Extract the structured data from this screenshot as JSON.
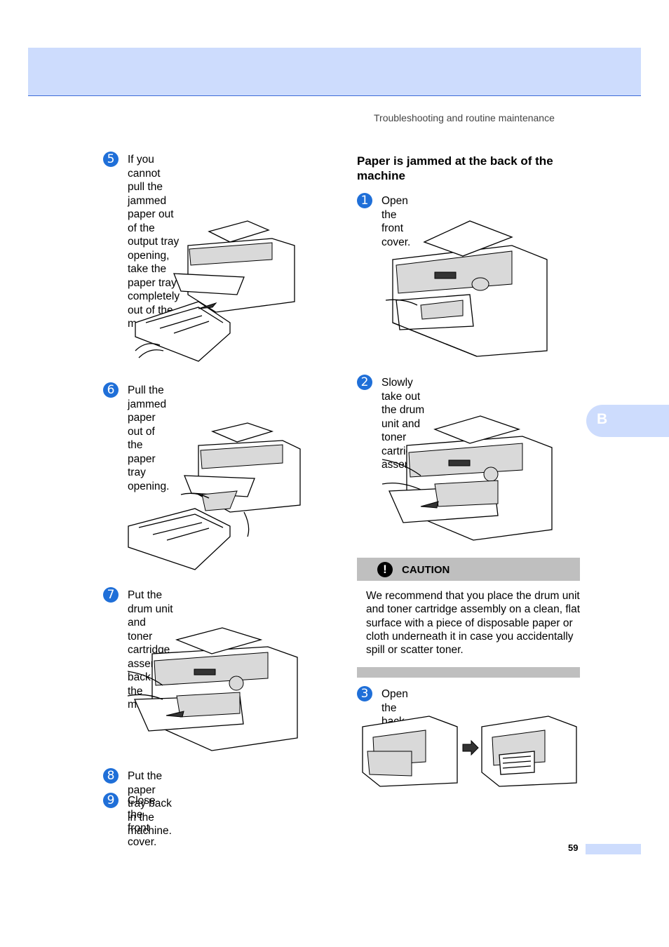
{
  "header": {
    "running_head": "Troubleshooting and routine maintenance"
  },
  "chapter_tab": "B",
  "left_steps": [
    {
      "num": "5",
      "text": "If you cannot pull the jammed paper out\nof the output tray opening, take the\npaper tray completely out of the\nmachine."
    },
    {
      "num": "6",
      "text": "Pull the jammed paper out of the paper\ntray opening."
    },
    {
      "num": "7",
      "text": "Put the drum unit and toner cartridge\nassembly back in the machine."
    },
    {
      "num": "8",
      "text": "Put the paper tray back in the machine."
    },
    {
      "num": "9",
      "text": "Close the front cover."
    }
  ],
  "section_title": "Paper is jammed at the back of the\nmachine",
  "right_steps": [
    {
      "num": "1",
      "text": "Open the front cover."
    },
    {
      "num": "2",
      "text": "Slowly take out the drum unit and toner\ncartridge assembly."
    },
    {
      "num": "3",
      "text": "Open the back cover (back output tray)."
    }
  ],
  "caution": {
    "label": "CAUTION",
    "icon": "exclamation-icon",
    "text": "We recommend that you place the drum unit and toner cartridge assembly on a clean, flat surface with a piece of disposable paper or cloth underneath it in case you accidentally spill or scatter toner."
  },
  "footer": {
    "page_number": "59"
  },
  "colors": {
    "header_band": "#cddcfd",
    "step_badge": "#1f6fd8",
    "caution_bar": "#bfbfbf"
  }
}
